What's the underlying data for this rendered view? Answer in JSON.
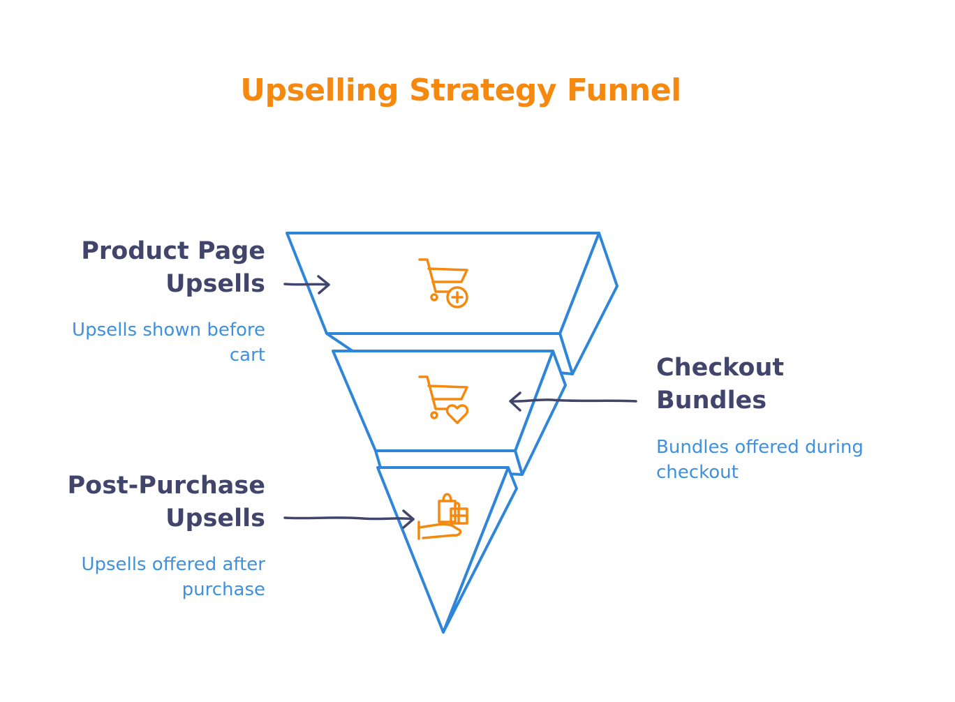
{
  "title": "Upselling Strategy Funnel",
  "stages": [
    {
      "label": "Product Page Upsells",
      "description": "Upsells shown before cart",
      "icon": "cart-plus-icon"
    },
    {
      "label": "Checkout Bundles",
      "description": "Bundles offered during checkout",
      "icon": "cart-heart-icon"
    },
    {
      "label": "Post-Purchase Upsells",
      "description": "Upsells offered after purchase",
      "icon": "hand-gift-bag-icon"
    }
  ],
  "colors": {
    "title": "#f5890f",
    "label": "#41456b",
    "description": "#3f90dd",
    "funnel_stroke": "#2f86d8",
    "icon": "#f5890f",
    "arrow": "#41456b"
  }
}
